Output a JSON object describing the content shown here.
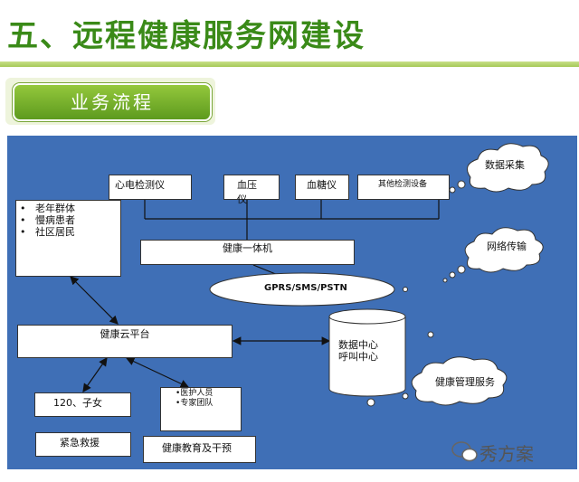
{
  "title": "五、远程健康服务网建设",
  "subtitle": "业务流程",
  "devices": [
    "心电检测仪",
    "血压仪",
    "血糖仪",
    "其他检测设备"
  ],
  "groups": [
    "老年群体",
    "慢病患者",
    "社区居民"
  ],
  "hub": "健康一体机",
  "network": "GPRS/SMS/PSTN",
  "platform": "健康云平台",
  "datacenter": [
    "数据中心",
    "呼叫中心"
  ],
  "clouds": [
    "数据采集",
    "网络传输",
    "健康管理服务"
  ],
  "services": {
    "emergency": "120、子女",
    "rescue": "紧急救援",
    "medical": [
      "医护人员",
      "专家团队"
    ],
    "education": "健康教育及干预"
  },
  "watermark": "秀方案",
  "colors": {
    "title": "#3a8a18",
    "panel": "#3f6fb6",
    "accent": "#7ab832"
  }
}
